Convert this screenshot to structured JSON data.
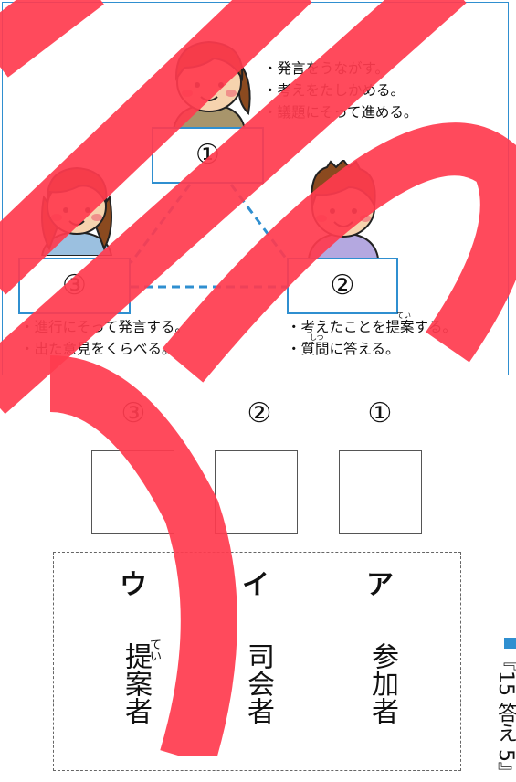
{
  "diagram": {
    "nodes": [
      {
        "id": "1",
        "label": "①",
        "bullets": [
          "・発言をうながす。",
          "・考えをたしかめる。",
          "・議題にそって進める。"
        ]
      },
      {
        "id": "2",
        "label": "②",
        "bullets": [
          "・考えたことを提案する。",
          "・質問に答える。"
        ]
      },
      {
        "id": "3",
        "label": "③",
        "bullets": [
          "・進行にそって発言する。",
          "・出た意見をくらべる。"
        ]
      }
    ],
    "ruby": {
      "tei": "てい",
      "shitsu": "しつ"
    }
  },
  "answers": {
    "slots": [
      "③",
      "②",
      "①"
    ]
  },
  "choices": [
    {
      "letter": "ウ",
      "term": "提案者",
      "ruby": "てい"
    },
    {
      "letter": "イ",
      "term": "司会者"
    },
    {
      "letter": "ア",
      "term": "参加者"
    }
  ],
  "edge_text": "『15 答え 5』",
  "colors": {
    "accent_blue": "#2f8fd0",
    "stamp_red": "#ff3b4e"
  }
}
